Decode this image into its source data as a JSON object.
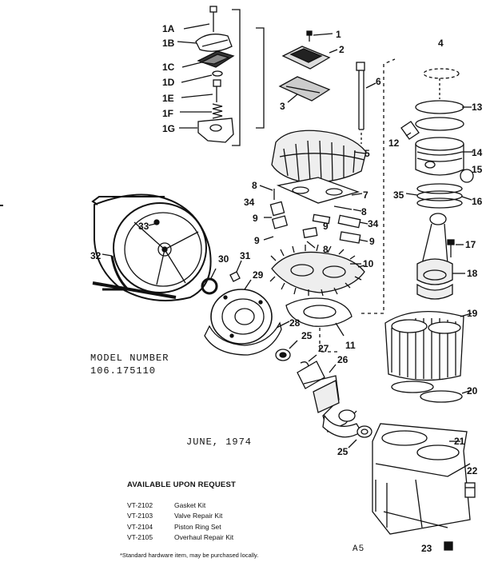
{
  "model": {
    "label": "MODEL NUMBER",
    "number": "106.175110"
  },
  "date": "JUNE, 1974",
  "request": {
    "heading": "AVAILABLE UPON REQUEST",
    "kits": [
      {
        "code": "VT-2102",
        "name": "Gasket Kit"
      },
      {
        "code": "VT-2103",
        "name": "Valve Repair Kit"
      },
      {
        "code": "VT-2104",
        "name": "Piston Ring Set"
      },
      {
        "code": "VT-2105",
        "name": "Overhaul Repair Kit"
      }
    ]
  },
  "footnote": "*Standard hardware item, may be purchased locally.",
  "page_code": "A5",
  "callouts": [
    "1A",
    "1B",
    "1C",
    "1D",
    "1E",
    "1F",
    "1G",
    "1",
    "2",
    "3",
    "4",
    "5",
    "6",
    "7",
    "8",
    "8",
    "8",
    "9",
    "9",
    "9",
    "9",
    "10",
    "11",
    "12",
    "13",
    "14",
    "15",
    "16",
    "17",
    "18",
    "19",
    "20",
    "21",
    "22",
    "23",
    "25",
    "25",
    "26",
    "27",
    "28",
    "29",
    "30",
    "31",
    "32",
    "33",
    "34",
    "34",
    "35"
  ]
}
